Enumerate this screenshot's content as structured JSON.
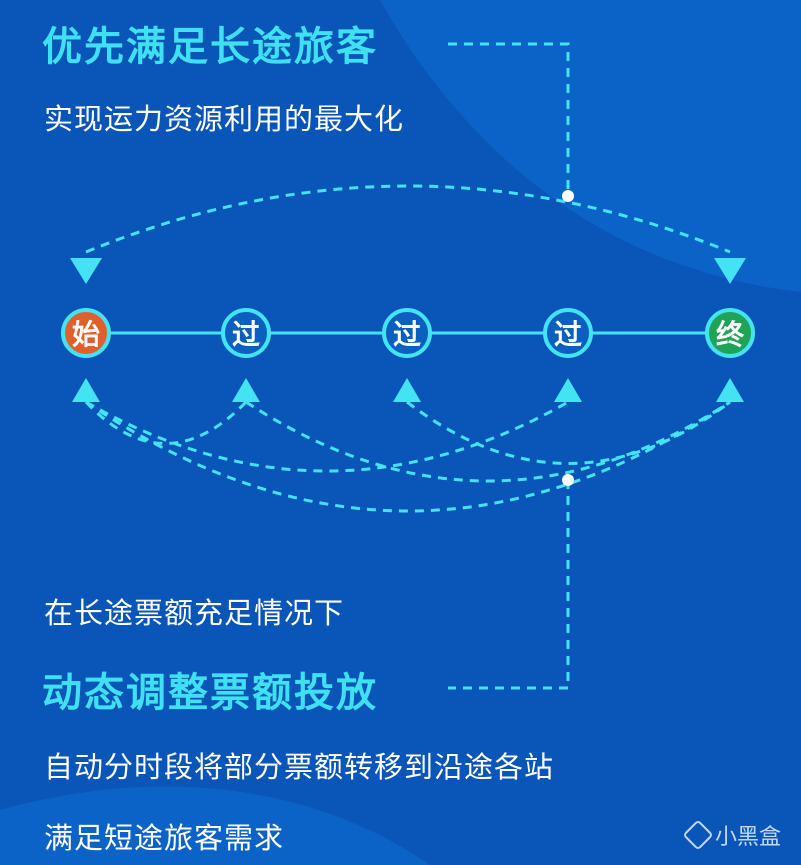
{
  "heading_top": "优先满足长途旅客",
  "sub_top": "实现运力资源利用的最大化",
  "nodes": [
    "始",
    "过",
    "过",
    "过",
    "终"
  ],
  "note_bottom": "在长途票额充足情况下",
  "heading_bottom": "动态调整票额投放",
  "desc_line1": "自动分时段将部分票额转移到沿途各站",
  "desc_line2": "满足短途旅客需求",
  "watermark": "小黑盒",
  "colors": {
    "background": "#0a55b8",
    "accent": "#3fe0f2",
    "start_node": "#e0602c",
    "end_node": "#1fa356"
  }
}
